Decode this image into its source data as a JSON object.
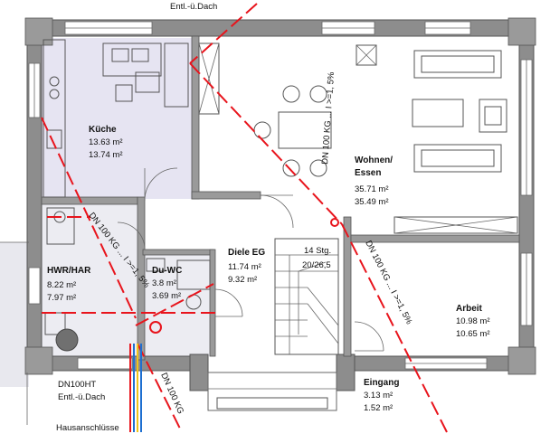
{
  "rooms": {
    "kueche": {
      "name": "Küche",
      "area1": "13.63 m²",
      "area2": "13.74 m²"
    },
    "wohnen": {
      "name1": "Wohnen/",
      "name2": "Essen",
      "area1": "35.71 m²",
      "area2": "35.49 m²"
    },
    "diele": {
      "name": "Diele EG",
      "area1": "11.74 m²",
      "area2": "9.32 m²"
    },
    "hwr": {
      "name": "HWR/HAR",
      "area1": "8.22 m²",
      "area2": "7.97 m²"
    },
    "duwc": {
      "name": "Du-WC",
      "area1": "3.8 m²",
      "area2": "3.69 m²"
    },
    "arbeit": {
      "name": "Arbeit",
      "area1": "10.98 m²",
      "area2": "10.65 m²"
    },
    "eingang": {
      "name": "Eingang",
      "area1": "3.13 m²",
      "area2": "1.52 m²"
    }
  },
  "stairs": {
    "steps": "14 Stg.",
    "ratio": "20/26,5"
  },
  "pipes": {
    "top_label": "Entl.-ü.Dach",
    "main_diag": "DN 100 KG ... I >=1, 5%",
    "right_diag": "DN 100 KG ... I >=1, 5%",
    "left_diag": "DN 100 KG ... I >=1, 5%",
    "bottom_diag": "DN 100 KG"
  },
  "annotations": {
    "dn100ht": "DN100HT",
    "entl_dach": "Entl.-ü.Dach",
    "hausanschluesse": "Hausanschlüsse"
  },
  "colors": {
    "pipe_red": "#e8141c",
    "kitchen_fill": "#e6e4f2",
    "wall_gray": "#8d8d8d",
    "utility_blue": "#1e6fd0",
    "utility_yellow": "#f0c419"
  }
}
